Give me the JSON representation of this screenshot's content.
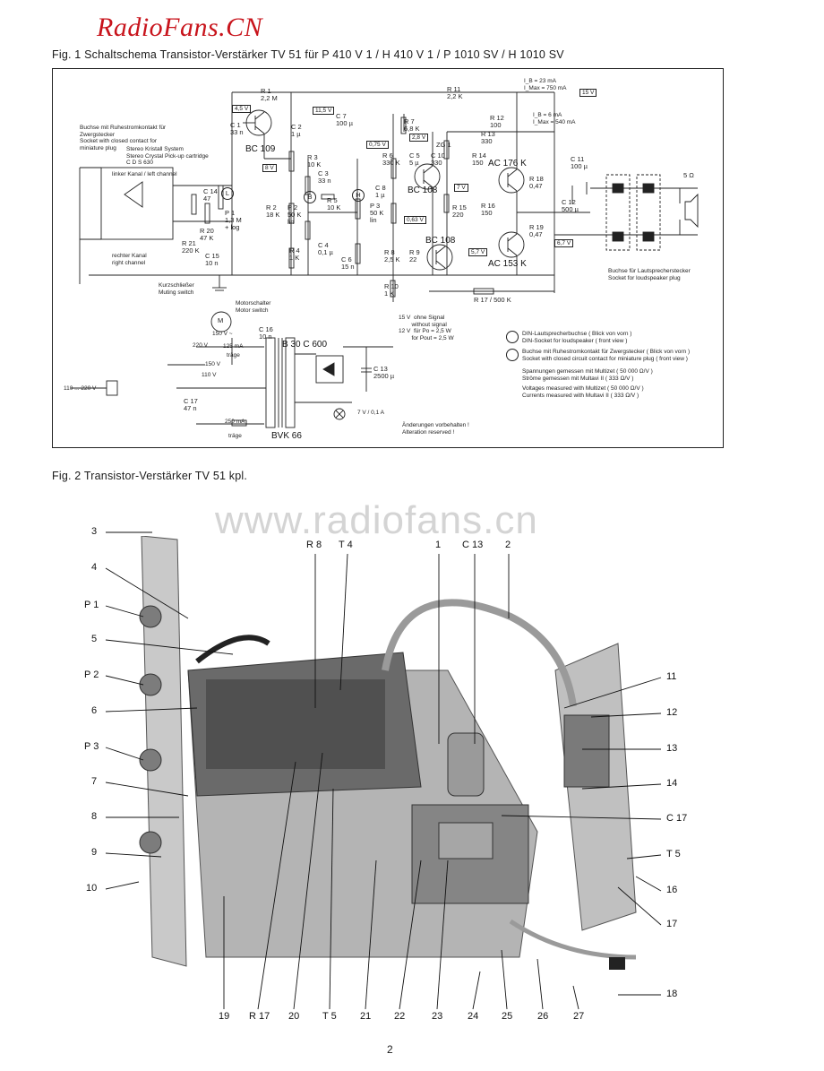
{
  "header": {
    "site_title": "RadioFans.CN"
  },
  "fig1": {
    "caption": "Fig. 1   Schaltschema Transistor-Verstärker TV 51 für P 410 V 1 / H 410 V 1 / P 1010 SV / H 1010 SV"
  },
  "fig2": {
    "caption": "Fig. 2   Transistor-Verstärker TV 51 kpl."
  },
  "schematic": {
    "input_socket_text": [
      "Buchse mit Ruhestromkontakt für",
      "Zwergstecker",
      "Socket with closed contact for",
      "miniature plug"
    ],
    "cartridge_text": [
      "Stereo Kristall System",
      "Stereo Crystal Pick-up cartridge",
      "C D S  630"
    ],
    "left_channel": "linker Kanal / left channel",
    "right_channel": [
      "rechter Kanal",
      "right channel"
    ],
    "muting_switch": [
      "Kurzschließer",
      "Muting switch"
    ],
    "motor_switch": [
      "Motorschalter",
      "Motor switch"
    ],
    "transistors": [
      "BC 109",
      "BC 108",
      "BC 108",
      "AC 176 K",
      "AC 153 K"
    ],
    "components": [
      "R 1",
      "2,2 M",
      "C 1",
      "33 n",
      "C 2",
      "1 µ",
      "R 3",
      "10 K",
      "C 3",
      "33 n",
      "R 2",
      "18 K",
      "P 2",
      "50 K",
      "lin",
      "R 4",
      "1 K",
      "C 4",
      "0,1 µ",
      "R 5",
      "10 K",
      "P 3",
      "50 K",
      "lin",
      "C 6",
      "15 n",
      "R 6",
      "330 K",
      "C 8",
      "1 µ",
      "C 5",
      "5 µ",
      "R 7",
      "6,8 K",
      "C 7",
      "100 µ",
      "R 8",
      "2,5 K",
      "R 9",
      "22",
      "R 10",
      "1 K",
      "R 11",
      "2,2 K",
      "ZG 1",
      "C 10",
      "330",
      "R 14",
      "150",
      "R 15",
      "220",
      "R 16",
      "150",
      "R 12",
      "100",
      "R 13",
      "330",
      "R 17 / 500 K",
      "R 18",
      "0,47",
      "R 19",
      "0,47",
      "C 11",
      "100 µ",
      "C 12",
      "500 µ",
      "C 14",
      "47",
      "R 20",
      "47 K",
      "P 1",
      "1,3 M",
      "+ log",
      "R 21",
      "220 K",
      "C 15",
      "10 n",
      "C 16",
      "10 n",
      "C 17",
      "47 n",
      "C 13",
      "2500 µ"
    ],
    "circle_labels": [
      "L",
      "B",
      "H"
    ],
    "voltages": [
      "4,5 V",
      "11,5 V",
      "15 V",
      "8 V",
      "7 V",
      "6,7 V",
      "5,7 V",
      "2,8 V",
      "0,75 V",
      "0,63 V"
    ],
    "currents_top": [
      "I_B = 23 mA",
      "I_Max = 750 mA"
    ],
    "currents_mid": [
      "I_B = 6 mA",
      "I_Max = 540 mA"
    ],
    "speaker_ohm": "5 Ω",
    "speaker_socket": [
      "Buchse für Lautsprecherstecker",
      "Socket for loudspeaker plug"
    ],
    "motor": [
      "M",
      "150 V ~"
    ],
    "transformer": [
      "B 30  C 600",
      "BVK 66"
    ],
    "mains": "110 ... 220 V ~",
    "tap_labels": [
      "220 V",
      "150 V",
      "110 V",
      "125 mA",
      "träge",
      "250 mA",
      "träge"
    ],
    "lamp": "7 V / 0,1 A",
    "signal_table": [
      "15 V",
      "ohne Signal",
      "without signal",
      "12 V",
      "für Po = 2,5 W",
      "for Pout = 2,5 W"
    ],
    "changes": [
      "Änderungen vorbehalten !",
      "Alteration reserved !"
    ],
    "legend_din": [
      "DIN-Lautsprecherbuchse  ( Blick von vorn )",
      "DIN-Socket for loudspeaker  ( front view )"
    ],
    "legend_miniature": [
      "Buchse mit Ruhestromkontakt für Zwergstecker ( Blick von vorn )",
      "Socket with closed circuit contact for miniature plug  ( front view )"
    ],
    "measure": [
      "Spannungen gemessen mit Multizet    ( 50 000 Ω/V )",
      "Ströme gemessen mit Multavi II         (     333 Ω/V )",
      "Voltages measured with Multizet       ( 50 000 Ω/V )",
      "Currents measured with Multavi II     (     333 Ω/V )"
    ]
  },
  "callouts": {
    "left": [
      "3",
      "4",
      "P 1",
      "5",
      "P 2",
      "6",
      "P 3",
      "7",
      "8",
      "9",
      "10"
    ],
    "top": [
      "R 8",
      "T 4",
      "1",
      "C 13",
      "2"
    ],
    "right": [
      "11",
      "12",
      "13",
      "14",
      "C 17",
      "T 5",
      "16",
      "17",
      "18"
    ],
    "bottom": [
      "19",
      "R 17",
      "20",
      "T 5",
      "21",
      "22",
      "23",
      "24",
      "25",
      "26",
      "27"
    ]
  },
  "watermark": "www.radiofans.cn",
  "page_number": "2"
}
